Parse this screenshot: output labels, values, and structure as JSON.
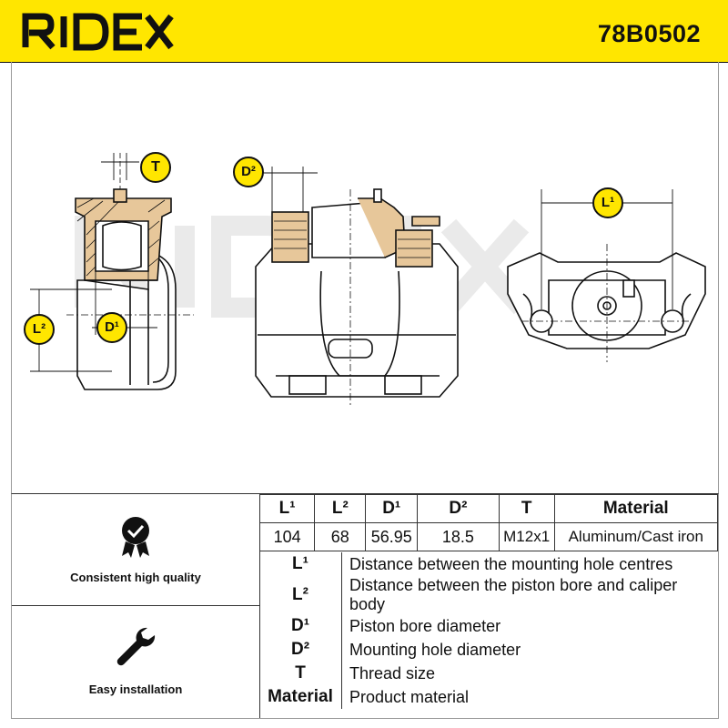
{
  "header": {
    "brand": "RIDEX",
    "part_number": "78B0502"
  },
  "labels": {
    "T": "T",
    "D2": "D²",
    "L1": "L¹",
    "L2": "L²",
    "D1": "D¹"
  },
  "spec_table": {
    "headers": [
      "L¹",
      "L²",
      "D¹",
      "D²",
      "T",
      "Material"
    ],
    "values": [
      "104",
      "68",
      "56.95",
      "18.5",
      "M12x1",
      "Aluminum/Cast iron"
    ]
  },
  "legend": [
    {
      "symbol": "L¹",
      "description": "Distance between the mounting hole centres"
    },
    {
      "symbol": "L²",
      "description": "Distance between the piston bore and caliper body"
    },
    {
      "symbol": "D¹",
      "description": "Piston bore diameter"
    },
    {
      "symbol": "D²",
      "description": "Mounting hole diameter"
    },
    {
      "symbol": "T",
      "description": "Thread size"
    },
    {
      "symbol": "Material",
      "description": "Product material"
    }
  ],
  "features": [
    {
      "label": "Consistent high quality",
      "icon": "quality-badge-icon"
    },
    {
      "label": "Easy installation",
      "icon": "wrench-icon"
    }
  ],
  "colors": {
    "brand_yellow": "#ffe600",
    "caliper_fill": "#e7c79a",
    "line": "#111111"
  }
}
